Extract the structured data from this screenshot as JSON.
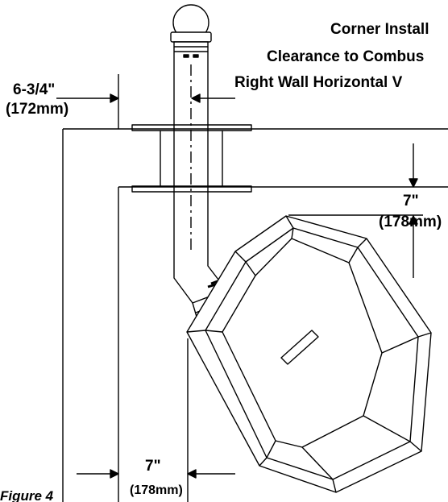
{
  "title": {
    "line1": "Corner Install",
    "line2": "Clearance to Combus",
    "line3": "Right Wall Horizontal V"
  },
  "dimensions": {
    "left_value": "6-3/4\"",
    "left_metric": "(172mm)",
    "right_value": "7\"",
    "right_metric": "(178mm)",
    "bottom_value": "7\"",
    "bottom_metric": "(178mm)"
  },
  "figure_label": "Figure 4"
}
